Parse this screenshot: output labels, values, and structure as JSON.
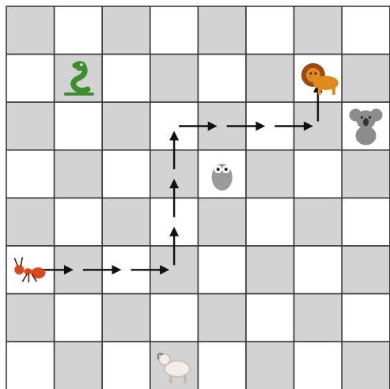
{
  "board": {
    "rows": 8,
    "cols": 8,
    "colors": {
      "dark": "#d3d3d3",
      "light": "#ffffff",
      "line": "#3a3a3a",
      "arrow": "#111111"
    }
  },
  "animals": [
    {
      "name": "snake",
      "icon": "snake-icon",
      "row": 1,
      "col": 1,
      "color": "#3e8e2e"
    },
    {
      "name": "lion",
      "icon": "lion-icon",
      "row": 1,
      "col": 6,
      "color": "#e08a1e"
    },
    {
      "name": "koala",
      "icon": "koala-icon",
      "row": 2,
      "col": 7,
      "color": "#8c8c8c"
    },
    {
      "name": "owl",
      "icon": "owl-icon",
      "row": 3,
      "col": 4,
      "color": "#9a9a9a"
    },
    {
      "name": "ant",
      "icon": "ant-icon",
      "row": 5,
      "col": 0,
      "color": "#d9471c"
    },
    {
      "name": "goat",
      "icon": "goat-icon",
      "row": 7,
      "col": 3,
      "color": "#c9b8a8"
    }
  ],
  "path": [
    {
      "row": 5,
      "col": 0,
      "dir": "right"
    },
    {
      "row": 5,
      "col": 1,
      "dir": "right"
    },
    {
      "row": 5,
      "col": 2,
      "dir": "right"
    },
    {
      "row": 5,
      "col": 3,
      "dir": "up"
    },
    {
      "row": 4,
      "col": 3,
      "dir": "up"
    },
    {
      "row": 3,
      "col": 3,
      "dir": "up"
    },
    {
      "row": 2,
      "col": 3,
      "dir": "right"
    },
    {
      "row": 2,
      "col": 4,
      "dir": "right"
    },
    {
      "row": 2,
      "col": 5,
      "dir": "right"
    },
    {
      "row": 2,
      "col": 6,
      "dir": "up"
    }
  ]
}
